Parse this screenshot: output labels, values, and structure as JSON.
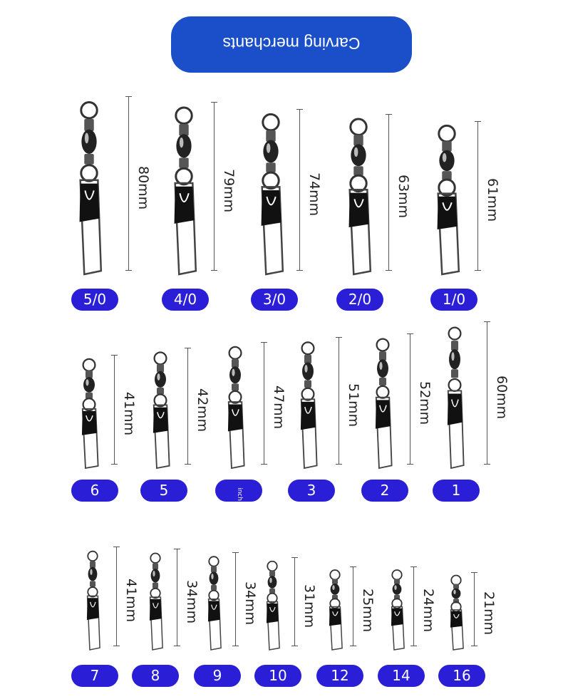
{
  "header": {
    "title": "Carving merchants",
    "color": "#1a4fc9"
  },
  "badge_color": "#2a1fd6",
  "rows": [
    {
      "items": [
        {
          "size": "5/0",
          "length": "80mm"
        },
        {
          "size": "4/0",
          "length": "79mm"
        },
        {
          "size": "3/0",
          "length": "74mm"
        },
        {
          "size": "2/0",
          "length": "63mm"
        },
        {
          "size": "1/0",
          "length": "61mm"
        }
      ]
    },
    {
      "items": [
        {
          "size": "6",
          "length": "41mm"
        },
        {
          "size": "5",
          "length": "42mm"
        },
        {
          "size": "inch",
          "length": "47mm"
        },
        {
          "size": "3",
          "length": "51mm"
        },
        {
          "size": "2",
          "length": "52mm"
        },
        {
          "size": "1",
          "length": "60mm"
        }
      ]
    },
    {
      "items": [
        {
          "size": "7",
          "length": "41mm"
        },
        {
          "size": "8",
          "length": "34mm"
        },
        {
          "size": "9",
          "length": "34mm"
        },
        {
          "size": "10",
          "length": "31mm"
        },
        {
          "size": "12",
          "length": "25mm"
        },
        {
          "size": "14",
          "length": "24mm"
        },
        {
          "size": "16",
          "length": "21mm"
        }
      ]
    }
  ]
}
